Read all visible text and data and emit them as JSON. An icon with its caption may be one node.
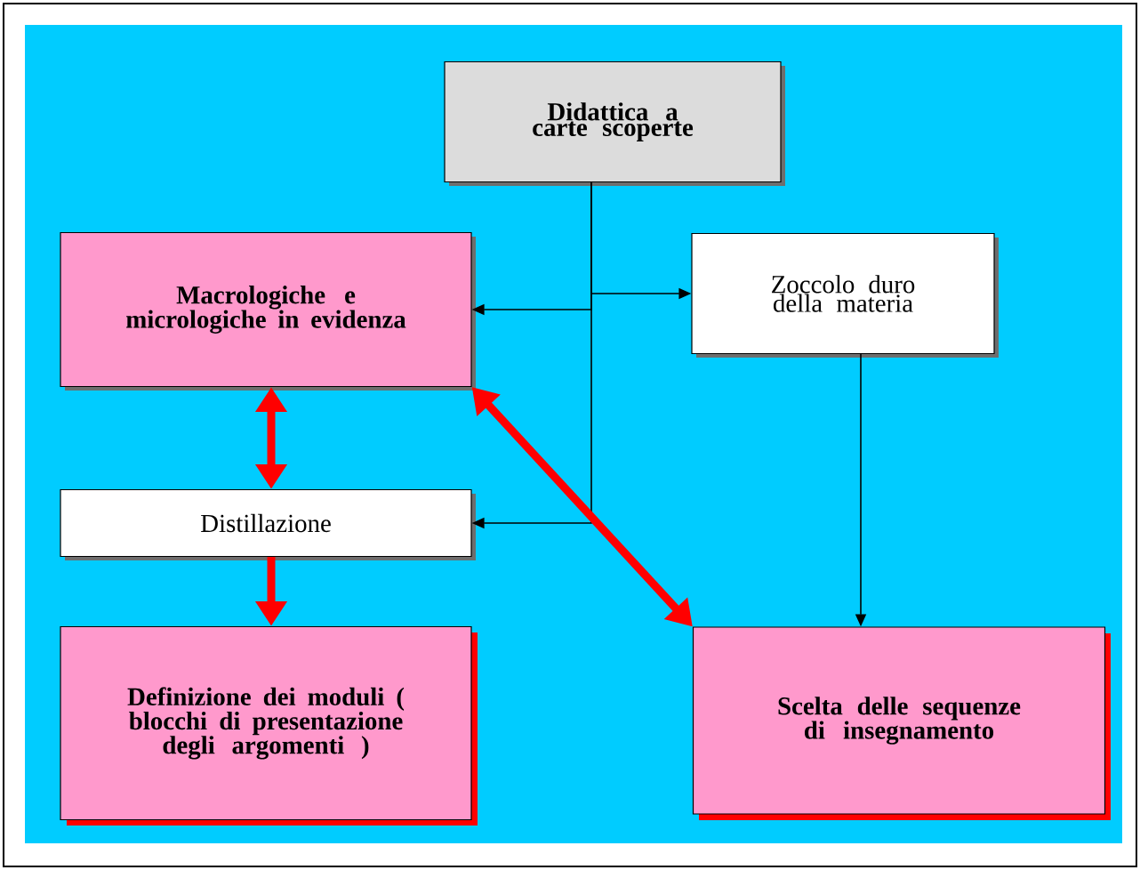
{
  "diagram": {
    "nodes": [
      {
        "text": [
          "Didattica a carte scoperte"
        ]
      },
      {
        "text": [
          "Macrologiche e micrologiche  in evidenza"
        ]
      },
      {
        "text": [
          "Zoccolo duro della materia"
        ]
      },
      {
        "text": [
          "Distillazione"
        ]
      },
      {
        "text": [
          "Definizione dei moduli ( blocchi di presentazione degli argomenti )"
        ]
      },
      {
        "text": [
          "Scelta delle sequenze di insegnamento"
        ]
      }
    ],
    "edges": [
      {
        "from": 0,
        "to": 1,
        "arrow": "to"
      },
      {
        "from": 0,
        "to": 2,
        "arrow": "to"
      },
      {
        "from": 0,
        "to": 3,
        "arrow": "to"
      },
      {
        "from": 2,
        "to": 5,
        "arrow": "to"
      },
      {
        "from": 1,
        "to": 3,
        "arrow": "both",
        "style": "thick",
        "color": "#ff0000"
      },
      {
        "from": 3,
        "to": 4,
        "arrow": "to",
        "style": "thick",
        "color": "#ff0000"
      },
      {
        "from": 1,
        "to": 5,
        "arrow": "both",
        "style": "thick",
        "color": "#ff0000"
      }
    ]
  }
}
